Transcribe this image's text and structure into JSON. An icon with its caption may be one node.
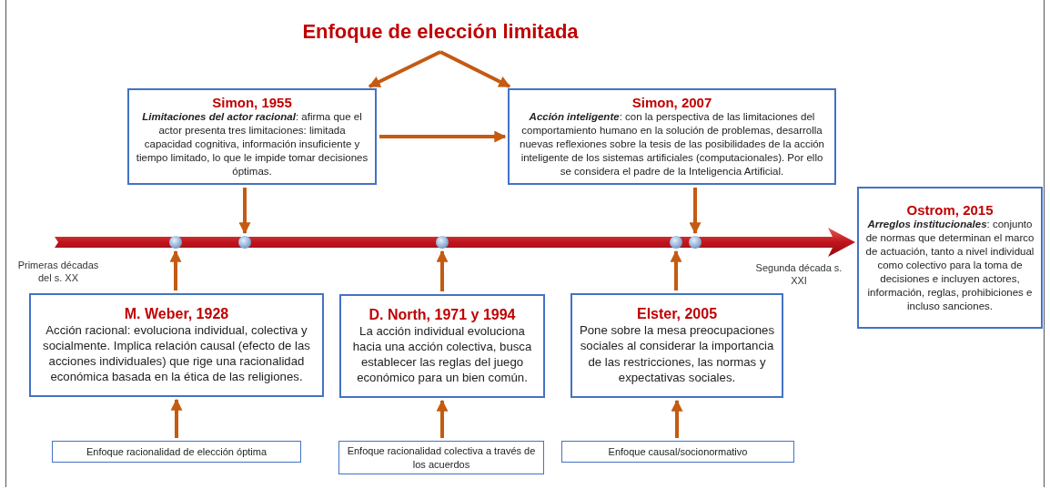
{
  "diagram": {
    "nodes": [
      {
        "text": [
          "Enfoque de elección limitada"
        ]
      },
      {
        "text": [
          "Simon, 1955",
          "**Limitaciones del actor racional**: afirma que el actor presenta tres limitaciones: limitada capacidad cognitiva, información insuficiente y tiempo limitado, lo que le impide tomar decisiones óptimas."
        ]
      },
      {
        "text": [
          "Simon, 2007",
          "**Acción inteligente**: con la perspectiva de las limitaciones del comportamiento humano en la solución de problemas, desarrolla nuevas reflexiones sobre la tesis de las posibilidades de la acción inteligente de los sistemas artificiales (computacionales). Por ello se considera el padre de la Inteligencia Artificial."
        ]
      },
      {
        "text": [
          "Ostrom, 2015",
          "**Arreglos institucionales**: conjunto de normas que determinan el marco de actuación, tanto a nivel individual como colectivo para la toma de decisiones e incluyen actores, información, reglas, prohibiciones e incluso sanciones."
        ]
      },
      {
        "text": [],
        "shape": "circle"
      },
      {
        "text": [],
        "shape": "circle"
      },
      {
        "text": [],
        "shape": "circle"
      },
      {
        "text": [],
        "shape": "circle"
      },
      {
        "text": [],
        "shape": "circle"
      },
      {
        "text": [
          "M. Weber, 1928",
          "Acción racional: evoluciona individual, colectiva y socialmente. Implica relación causal (efecto de las acciones individuales) que rige una racionalidad económica basada en la ética de las religiones."
        ]
      },
      {
        "text": [
          "D. North, 1971 y 1994",
          "La acción individual evoluciona hacia una acción colectiva, busca establecer las reglas del juego económico para un bien común."
        ]
      },
      {
        "text": [
          "Elster, 2005",
          "Pone sobre la mesa preocupaciones sociales al considerar la importancia de las restricciones, las normas y expectativas sociales."
        ]
      },
      {
        "text": [
          "Enfoque racionalidad de elección óptima"
        ]
      },
      {
        "text": [
          "Enfoque racionalidad colectiva a través de los acuerdos"
        ]
      },
      {
        "text": [
          "Enfoque causal/socionormativo"
        ]
      }
    ],
    "edges": [
      {
        "from": 0,
        "to": 1,
        "arrow": "to"
      },
      {
        "from": 0,
        "to": 2,
        "arrow": "to"
      },
      {
        "from": 1,
        "to": 2,
        "arrow": "to"
      },
      {
        "from": 1,
        "to": 5,
        "arrow": "to"
      },
      {
        "from": 2,
        "to": 8,
        "arrow": "to"
      },
      {
        "from": 9,
        "to": 4,
        "arrow": "to"
      },
      {
        "from": 10,
        "to": 6,
        "arrow": "to"
      },
      {
        "from": 11,
        "to": 7,
        "arrow": "to"
      },
      {
        "from": 12,
        "to": 9,
        "arrow": "to"
      },
      {
        "from": 13,
        "to": 10,
        "arrow": "to"
      },
      {
        "from": 14,
        "to": 11,
        "arrow": "to"
      }
    ],
    "labels": [
      "Primeras décadas del s. XX",
      "Segunda década s. XXI"
    ]
  }
}
